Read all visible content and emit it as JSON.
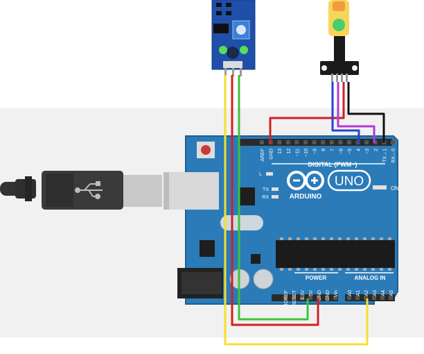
{
  "board": {
    "model": "UNO",
    "brand": "ARDUINO",
    "digital_label": "DIGITAL (PWM~)",
    "power_label": "POWER",
    "analog_label": "ANALOG IN",
    "on_label": "ON",
    "led_l": "L",
    "led_tx": "TX",
    "led_rx": "RX",
    "digital_pins": [
      "AREF",
      "GND",
      "13",
      "12",
      "~11",
      "~10",
      "~9",
      "8",
      "7",
      "~6",
      "~5",
      "4",
      "~3",
      "2",
      "TX→1",
      "RX←0"
    ],
    "power_pins": [
      "IOREF",
      "RESET",
      "3.3V",
      "5V",
      "GND",
      "GND",
      "Vin"
    ],
    "analog_pins": [
      "A0",
      "A1",
      "A2",
      "A3",
      "A4",
      "A5"
    ]
  },
  "wires": [
    {
      "name": "yellow-wire",
      "color": "#f5e02c",
      "from": "sensor-module",
      "to": "A2"
    },
    {
      "name": "green-wire",
      "color": "#3ec23a",
      "from": "sensor-module",
      "to": "5V"
    },
    {
      "name": "red-wire-sensor",
      "color": "#d11f1f",
      "from": "sensor-module",
      "to": "GND"
    },
    {
      "name": "red-wire-top",
      "color": "#d11f1f",
      "from": "led-module",
      "to": "GND"
    },
    {
      "name": "blue-wire",
      "color": "#2a3fd6",
      "from": "led-module",
      "to": "4"
    },
    {
      "name": "purple-wire",
      "color": "#b13ad6",
      "from": "led-module",
      "to": "2"
    },
    {
      "name": "black-wire",
      "color": "#111111",
      "from": "led-module",
      "to": "TX→1"
    }
  ],
  "colors": {
    "board": "#2b7bb9",
    "board_edge": "#1e5f91",
    "header": "#2a2a2a",
    "usb_cable": "#3a3a3a"
  }
}
